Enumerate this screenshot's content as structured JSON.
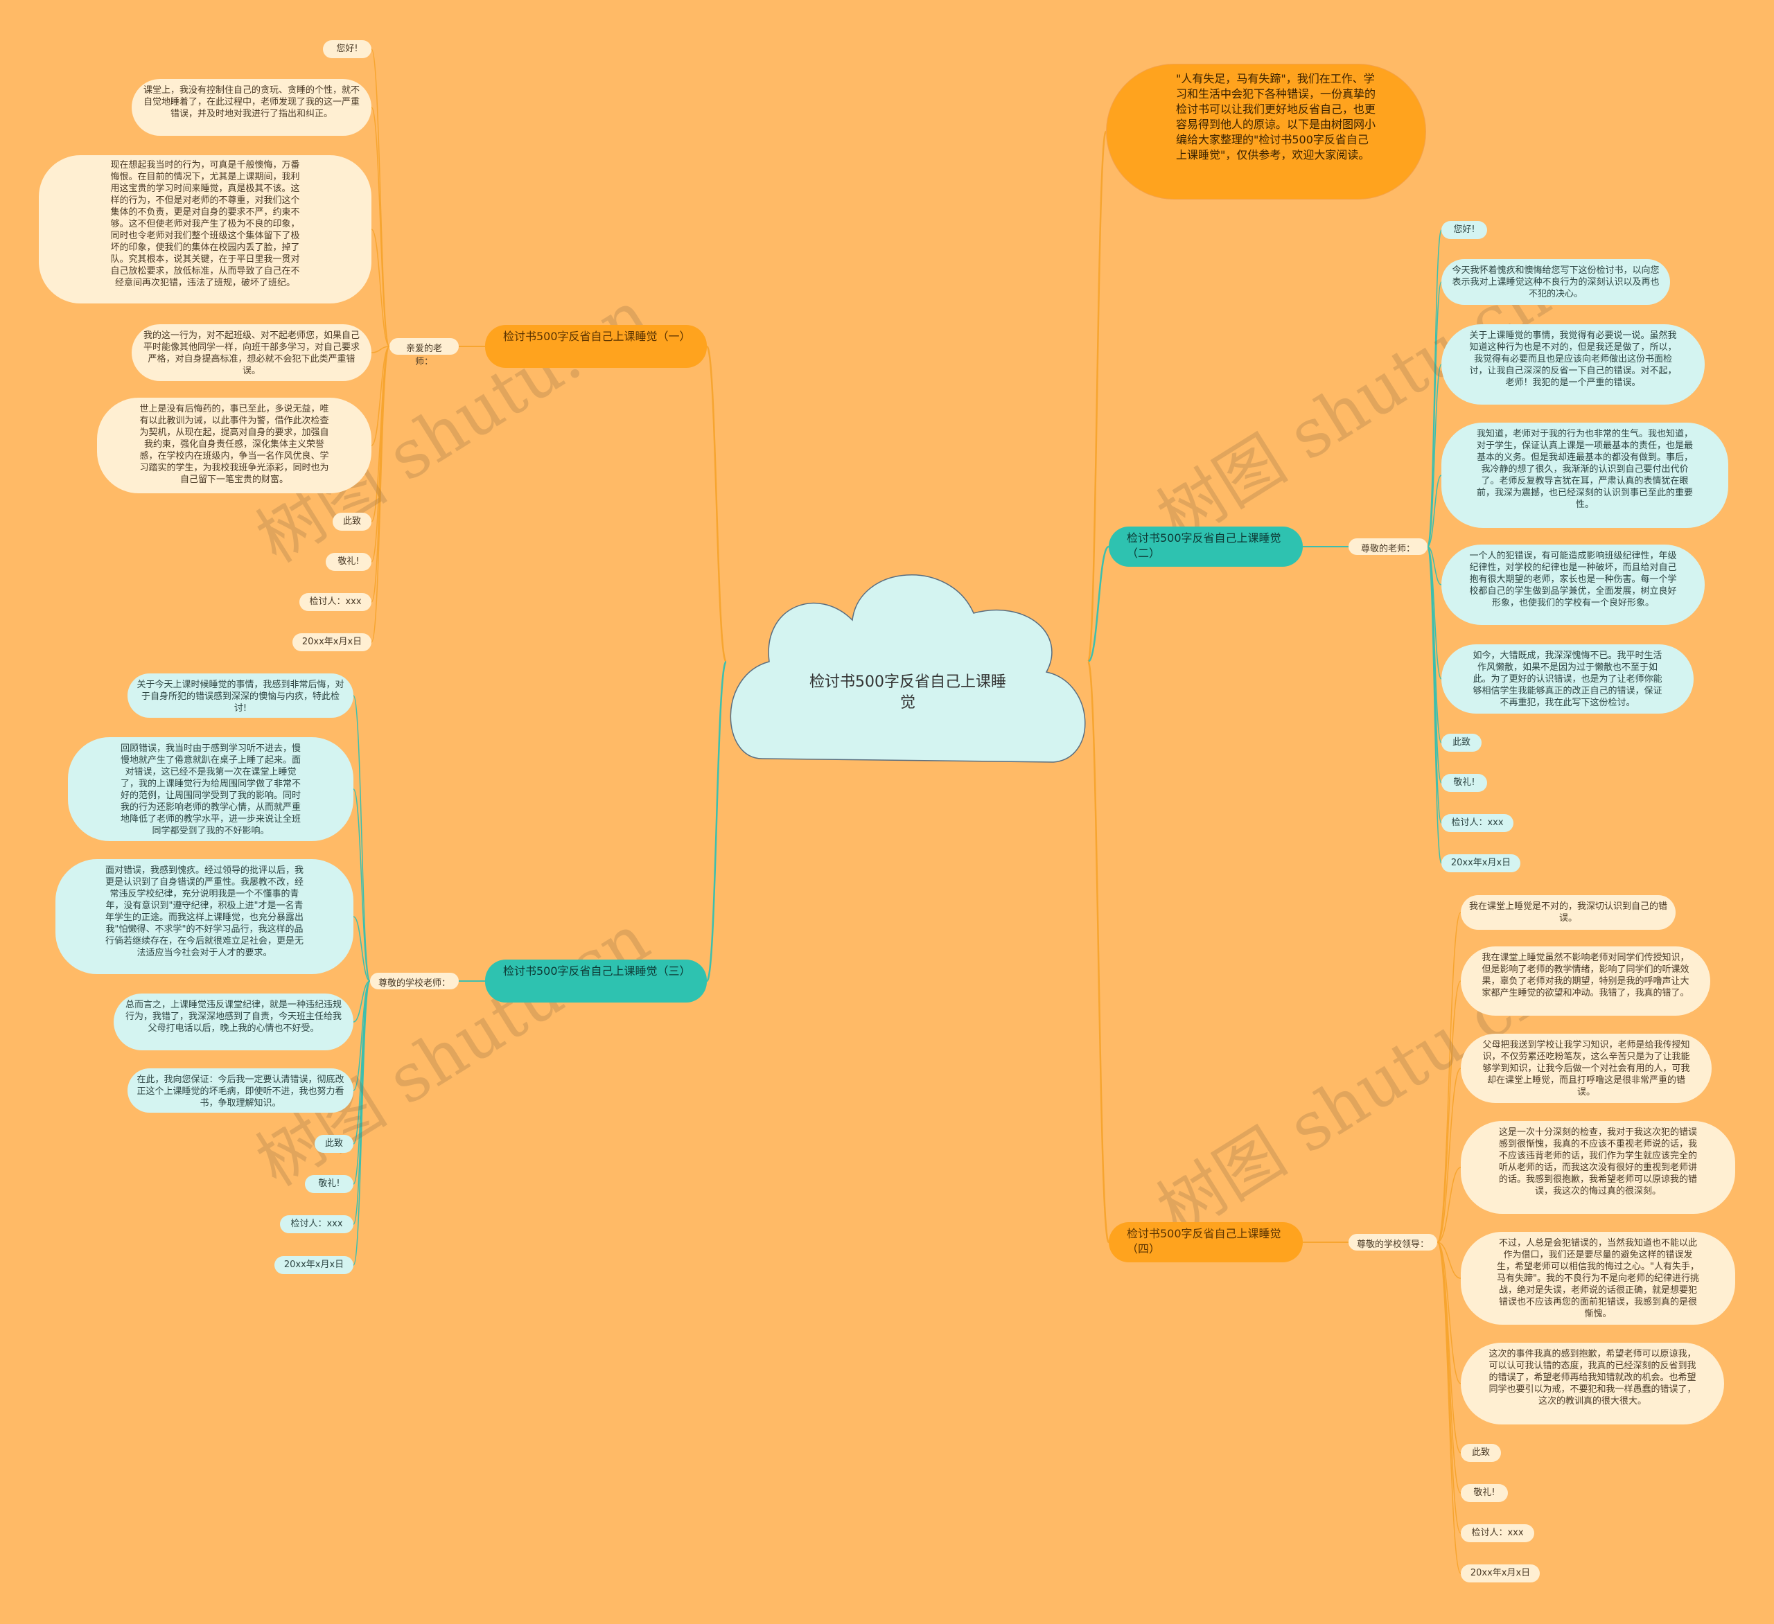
{
  "center": {
    "title": "检讨书500字反省自己上课睡觉"
  },
  "intro": {
    "text": "\"人有失足，马有失蹄\"，我们在工作、学习和生活中会犯下各种错误，一份真挚的检讨书可以让我们更好地反省自己，也更容易得到他人的原谅。以下是由树图网小编给大家整理的\"检讨书500字反省自己上课睡觉\"，仅供参考，欢迎大家阅读。"
  },
  "watermark": "树图 shutu.cn",
  "branches": {
    "b1": {
      "title": "检讨书500字反省自己上课睡觉（一）",
      "label": "亲爱的老师：",
      "items": [
        "您好!",
        "课堂上，我没有控制住自己的贪玩、贪睡的个性，就不自觉地睡着了，在此过程中，老师发现了我的这一严重错误，并及时地对我进行了指出和纠正。",
        "现在想起我当时的行为，可真是千般懊悔，万番悔恨。在目前的情况下，尤其是上课期间，我利用这宝贵的学习时间来睡觉，真是极其不该。这样的行为，不但是对老师的不尊重，对我们这个集体的不负责，更是对自身的要求不严，约束不够。这不但使老师对我产生了极为不良的印象，同时也令老师对我们整个班级这个集体留下了极坏的印象，使我们的集体在校园内丢了脸，掉了队。究其根本，说其关键，在于平日里我一贯对自己放松要求，放低标准，从而导致了自己在不经意间再次犯错，违法了班规，破坏了班纪。",
        "我的这一行为，对不起班级、对不起老师您，如果自己平时能像其他同学一样，向班干部多学习，对自己要求严格，对自身提高标准，想必就不会犯下此类严重错误。",
        "世上是没有后悔药的，事已至此，多说无益，唯有以此教训为诫，以此事件为警，借作此次检查为契机，从现在起，提高对自身的要求，加强自我约束，强化自身责任感，深化集体主义荣誉感，在学校内在班级内，争当一名作风优良、学习踏实的学生，为我校我班争光添彩，同时也为自己留下一笔宝贵的财富。",
        "此致",
        "敬礼!",
        "检讨人：xxx",
        "20xx年x月x日"
      ]
    },
    "b2": {
      "title": "检讨书500字反省自己上课睡觉（二）",
      "label": "尊敬的老师：",
      "items": [
        "您好!",
        "今天我怀着愧疚和懊悔给您写下这份检讨书，以向您表示我对上课睡觉这种不良行为的深刻认识以及再也不犯的决心。",
        "关于上课睡觉的事情，我觉得有必要说一说。虽然我知道这种行为也是不对的，但是我还是做了，所以，我觉得有必要而且也是应该向老师做出这份书面检讨，让我自己深深的反省一下自己的错误。对不起，老师！我犯的是一个严重的错误。",
        "我知道，老师对于我的行为也非常的生气。我也知道，对于学生，保证认真上课是一项最基本的责任，也是最基本的义务。但是我却连最基本的都没有做到。事后，我冷静的想了很久，我渐渐的认识到自己要付出代价了。老师反复教导言犹在耳，严肃认真的表情犹在眼前，我深为震撼，也已经深刻的认识到事已至此的重要性。",
        "一个人的犯错误，有可能造成影响班级纪律性，年级纪律性，对学校的纪律也是一种破坏，而且给对自己抱有很大期望的老师，家长也是一种伤害。每一个学校都自己的学生做到品学兼优，全面发展，树立良好形象，也使我们的学校有一个良好形象。",
        "如今，大错既成，我深深愧悔不已。我平时生活作风懒散，如果不是因为过于懒散也不至于如此。为了更好的认识错误，也是为了让老师你能够相信学生我能够真正的改正自己的错误，保证不再重犯，我在此写下这份检讨。",
        "此致",
        "敬礼!",
        "检讨人：xxx",
        "20xx年x月x日"
      ]
    },
    "b3": {
      "title": "检讨书500字反省自己上课睡觉（三）",
      "label": "尊敬的学校老师：",
      "items": [
        "关于今天上课时候睡觉的事情，我感到非常后悔，对于自身所犯的错误感到深深的懊恼与内疚，特此检讨!",
        "回顾错误，我当时由于感到学习听不进去，慢慢地就产生了倦意就趴在桌子上睡了起来。面对错误，这已经不是我第一次在课堂上睡觉了，我的上课睡觉行为给周围同学做了非常不好的范例，让周围同学受到了我的影响。同时我的行为还影响老师的教学心情，从而就严重地降低了老师的教学水平，进一步来说让全班同学都受到了我的不好影响。",
        "面对错误，我感到愧疚。经过领导的批评以后，我更是认识到了自身错误的严重性。我屡教不改，经常违反学校纪律，充分说明我是一个不懂事的青年，没有意识到\"遵守纪律，积极上进\"才是一名青年学生的正途。而我这样上课睡觉，也充分暴露出我\"怕懒得、不求学\"的不好学习品行，我这样的品行倘若继续存在，在今后就很难立足社会，更是无法适应当今社会对于人才的要求。",
        "总而言之，上课睡觉违反课堂纪律，就是一种违纪违规行为，我错了，我深深地感到了自责，今天班主任给我父母打电话以后，晚上我的心情也不好受。",
        "在此，我向您保证：今后我一定要认清错误，彻底改正这个上课睡觉的坏毛病，即使听不进，我也努力看书，争取理解知识。",
        "此致",
        "敬礼!",
        "检讨人：xxx",
        "20xx年x月x日"
      ]
    },
    "b4": {
      "title": "检讨书500字反省自己上课睡觉（四）",
      "label": "尊敬的学校领导：",
      "items": [
        "我在课堂上睡觉是不对的，我深切认识到自己的错误。",
        "我在课堂上睡觉虽然不影响老师对同学们传授知识，但是影响了老师的教学情绪，影响了同学们的听课效果，辜负了老师对我的期望，特别是我的呼噜声让大家都产生睡觉的欲望和冲动。我错了，我真的错了。",
        "父母把我送到学校让我学习知识，老师是给我传授知识，不仅劳累还吃粉笔灰，这么辛苦只是为了让我能够学到知识，让我今后做一个对社会有用的人，可我却在课堂上睡觉，而且打呼噜这是很非常严重的错误。",
        "这是一次十分深刻的检查，我对于我这次犯的错误感到很惭愧，我真的不应该不重视老师说的话，我不应该违背老师的话，我们作为学生就应该完全的听从老师的话，而我这次没有很好的重视到老师讲的话。我感到很抱歉，我希望老师可以原谅我的错误，我这次的悔过真的很深刻。",
        "不过，人总是会犯错误的，当然我知道也不能以此作为借口，我们还是要尽量的避免这样的错误发生，希望老师可以相信我的悔过之心。\"人有失手，马有失蹄\"。我的不良行为不是向老师的纪律进行挑战，绝对是失误，老师说的话很正确，就是想要犯错误也不应该再您的面前犯错误，我感到真的是很惭愧。",
        "这次的事件我真的感到抱歉，希望老师可以原谅我，可以认可我认错的态度，我真的已经深刻的反省到我的错误了，希望老师再给我知错就改的机会。也希望同学也要引以为戒，不要犯和我一样愚蠢的错误了，这次的教训真的很大很大。",
        "此致",
        "敬礼!",
        "检讨人：xxx",
        "20xx年x月x日"
      ]
    }
  }
}
